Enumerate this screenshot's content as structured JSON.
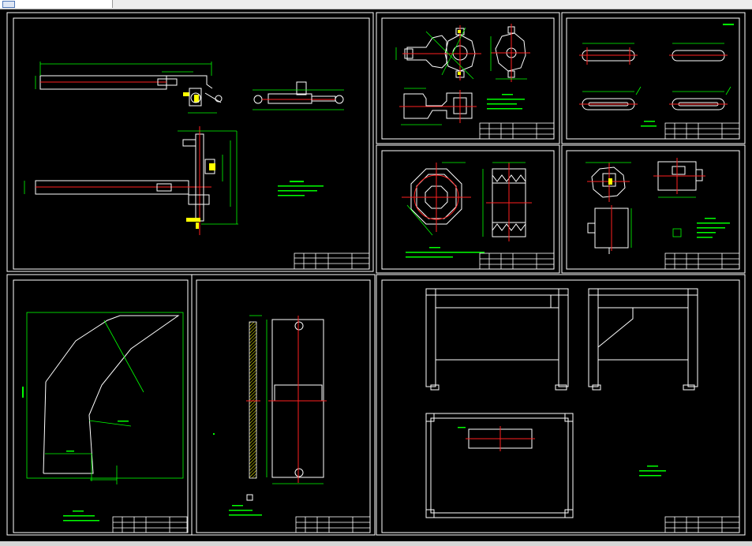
{
  "window": {
    "tab_label": "",
    "tab_icon": "drawing-file-icon"
  },
  "colors": {
    "background": "#000000",
    "border": "#ffffff",
    "dimension": "#00ff00",
    "centerline": "#ff2020",
    "note_text": "#00ff00",
    "highlight": "#ffff00",
    "titleblock": "#ffffff"
  },
  "sheets": [
    {
      "id": "assembly-clamp-arm",
      "drawing_type": "assembly",
      "has_notes": true
    },
    {
      "id": "part-clamp-head",
      "drawing_type": "part",
      "has_notes": true
    },
    {
      "id": "part-slotted-plates",
      "drawing_type": "part",
      "has_notes": true
    },
    {
      "id": "part-octagon-pulley",
      "drawing_type": "part",
      "has_notes": true
    },
    {
      "id": "part-motor-housing",
      "drawing_type": "part",
      "has_notes": true
    },
    {
      "id": "part-bent-bracket",
      "drawing_type": "part",
      "has_notes": true
    },
    {
      "id": "part-long-plate",
      "drawing_type": "part",
      "has_notes": true
    },
    {
      "id": "assembly-frame-stand",
      "drawing_type": "assembly",
      "has_notes": true
    }
  ]
}
